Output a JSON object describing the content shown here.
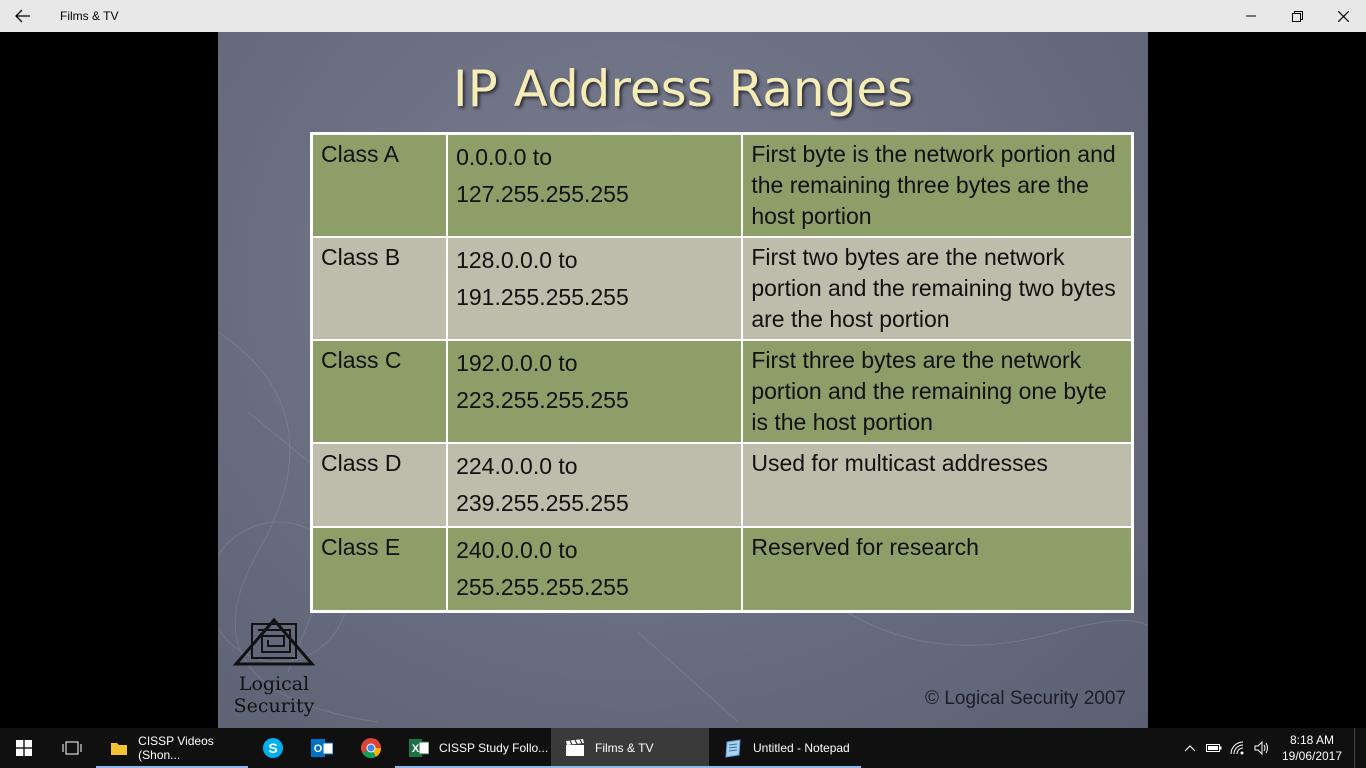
{
  "window": {
    "title": "Films & TV"
  },
  "slide": {
    "title": "IP Address Ranges",
    "rows": [
      {
        "class": "Class A",
        "range_start": "0.0.0.0 to",
        "range_end": "127.255.255.255",
        "description": "First byte is the network portion and the remaining three bytes are the host portion"
      },
      {
        "class": "Class B",
        "range_start": "128.0.0.0 to",
        "range_end": "191.255.255.255",
        "description": "First two bytes are the network portion and the remaining two bytes are the host portion"
      },
      {
        "class": "Class C",
        "range_start": "192.0.0.0 to",
        "range_end": "223.255.255.255",
        "description": "First three bytes are the network portion and the remaining one byte is the host portion"
      },
      {
        "class": "Class D",
        "range_start": "224.0.0.0 to",
        "range_end": "239.255.255.255",
        "description": "Used for multicast addresses"
      },
      {
        "class": "Class E",
        "range_start": "240.0.0.0 to",
        "range_end": "255.255.255.255",
        "description": "Reserved for research"
      }
    ],
    "logo_line1": "Logical",
    "logo_line2": "Security",
    "copyright": "© Logical Security 2007"
  },
  "taskbar": {
    "items": [
      {
        "label": "CISSP Videos (Shon...",
        "icon": "folder-icon"
      },
      {
        "label": "CISSP  Study Follo...",
        "icon": "excel-icon"
      },
      {
        "label": "Films & TV",
        "icon": "films-tv-icon"
      },
      {
        "label": "Untitled - Notepad",
        "icon": "notepad-icon"
      }
    ],
    "pinned": [
      "skype-icon",
      "outlook-icon",
      "chrome-icon"
    ],
    "time": "8:18 AM",
    "date": "19/06/2017"
  },
  "colors": {
    "row_green": "#8e9e68",
    "row_gray": "#bdbdac",
    "title_yellow": "#f5ecb6",
    "slide_bg": "#6c7083"
  }
}
